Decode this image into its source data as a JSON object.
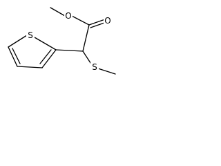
{
  "molecule": {
    "atom_labels": {
      "ester_oxygen": "O",
      "carbonyl_oxygen": "O",
      "ring_sulfur": "S",
      "thioether_sulfur": "S"
    }
  },
  "colors": {
    "background": "#ffffff",
    "bond": "#000000",
    "text": "#000000"
  }
}
